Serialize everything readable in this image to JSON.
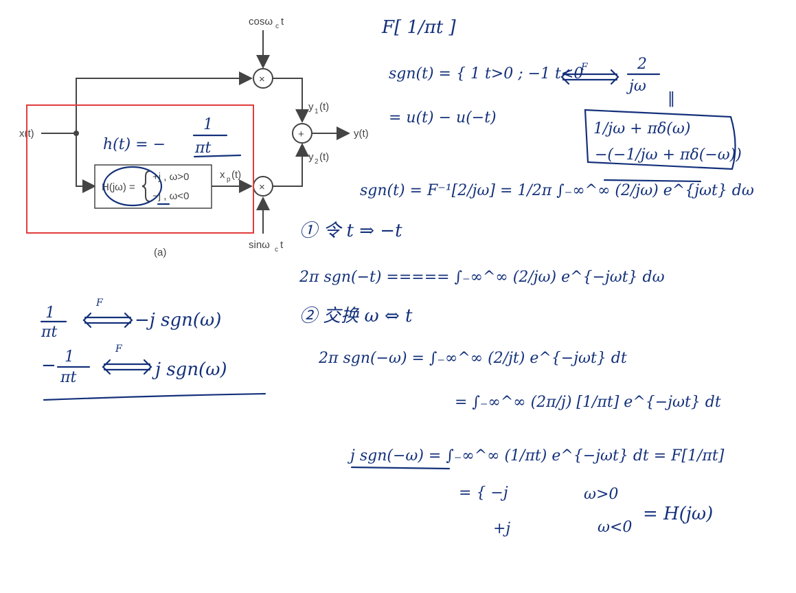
{
  "figure": {
    "cos_label": "cosω",
    "cos_sub": "c",
    "cos_t": "t",
    "sin_label": "sinω",
    "sin_sub": "c",
    "sin_t": "t",
    "input_label": "x(t)",
    "output_label": "y(t)",
    "y1_label": "y",
    "y1_sub": "1",
    "y1_t": "(t)",
    "y2_label": "y",
    "y2_sub": "2",
    "y2_t": "(t)",
    "xp_label": "x",
    "xp_sub": "p",
    "xp_t": "(t)",
    "h_label": "H(jω) =",
    "h_case1": "+j , ω>0",
    "h_case2": "−j , ω<0",
    "multiply_symbol": "×",
    "add_symbol": "+",
    "caption": "(a)",
    "highlight_color": "#e23b3b"
  },
  "notes": {
    "impulse_response": "h(t) = −",
    "impulse_frac_num": "1",
    "impulse_frac_den": "πt",
    "left_pair1_lhs_num": "1",
    "left_pair1_lhs_den": "πt",
    "left_pair1_arrow": "F",
    "left_pair1_rhs": "−j sgn(ω)",
    "left_pair2_lhs": "−",
    "left_pair2_lhs_num": "1",
    "left_pair2_lhs_den": "πt",
    "left_pair2_arrow": "F",
    "left_pair2_rhs": "j sgn(ω)",
    "top_title": "F[ 1/πt ]",
    "sgn_def": "sgn(t) = { 1   t>0 ; −1  t<0",
    "sgn_arrow": "F",
    "sgn_ft_num": "2",
    "sgn_ft_den": "jω",
    "sgn_ft_note": "‖",
    "sgn_step": "= u(t) − u(−t)",
    "box_line1": "1/jω + πδ(ω)",
    "box_line2": "−(−1/jω + πδ(−ω))",
    "inverse_line": "sgn(t) = F⁻¹[2/jω] = 1/2π ∫₋∞^∞ (2/jω) e^{jωt} dω",
    "step1": "① 令 t ⇒ −t",
    "step1_eq": "2π sgn(−t) ===== ∫₋∞^∞ (2/jω) e^{−jωt} dω",
    "step2": "② 交换 ω ⇔ t",
    "step2_eq1": "2π sgn(−ω) = ∫₋∞^∞ (2/jt) e^{−jωt} dt",
    "step2_eq2": "= ∫₋∞^∞ (2π/j) [1/πt] e^{−jωt} dt",
    "step2_eq3": "j sgn(−ω) = ∫₋∞^∞ (1/πt) e^{−jωt} dt = F[1/πt]",
    "final_case1": "= { −j",
    "final_case2": "+j",
    "final_cond1": "ω>0",
    "final_cond2": "ω<0",
    "final_result": "= H(jω)"
  }
}
